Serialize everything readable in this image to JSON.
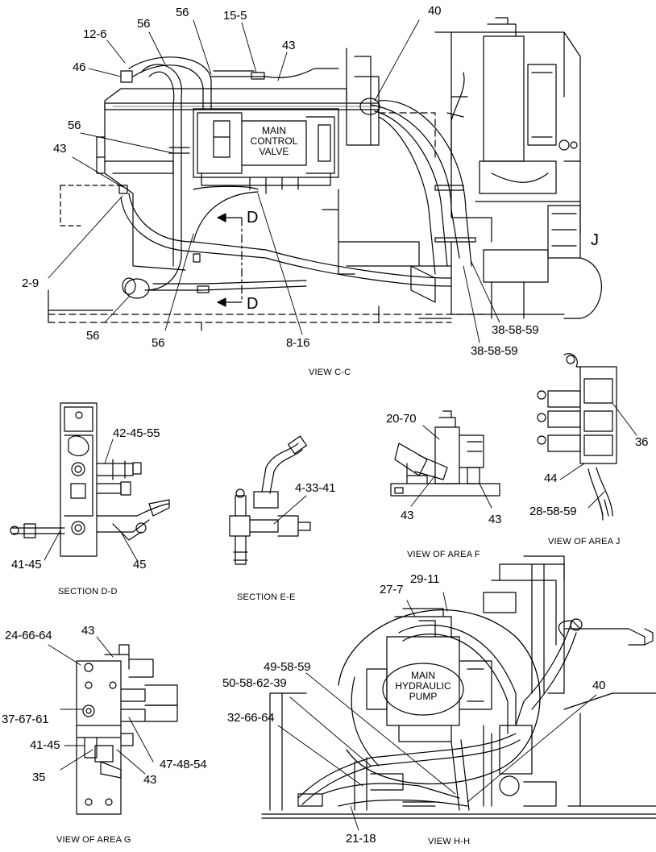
{
  "views": {
    "view_c_c": {
      "caption": "VIEW C-C",
      "component_label": [
        "MAIN",
        "CONTROL",
        "VALVE"
      ],
      "section_marker": "D",
      "area_marker": "J",
      "callouts": {
        "c12_6": "12-6",
        "c56_a": "56",
        "c56_b": "56",
        "c15_5": "15-5",
        "c43_a": "43",
        "c40": "40",
        "c46": "46",
        "c56_c": "56",
        "c43_b": "43",
        "c2_9": "2-9",
        "c56_d": "56",
        "c56_e": "56",
        "c8_16": "8-16",
        "c38_58_59_a": "38-58-59",
        "c38_58_59_b": "38-58-59"
      }
    },
    "section_d_d": {
      "caption": "SECTION D-D",
      "callouts": {
        "c42_45_55": "42-45-55",
        "c41_45": "41-45",
        "c45": "45"
      }
    },
    "section_e_e": {
      "caption": "SECTION E-E",
      "callouts": {
        "c4_33_41": "4-33-41"
      }
    },
    "area_f": {
      "caption": "VIEW OF AREA F",
      "callouts": {
        "c20_70": "20-70",
        "c43_a": "43",
        "c43_b": "43"
      }
    },
    "area_j": {
      "caption": "VIEW OF AREA J",
      "callouts": {
        "c36": "36",
        "c44": "44",
        "c28_58_59": "28-58-59"
      }
    },
    "area_g": {
      "caption": "VIEW OF AREA G",
      "callouts": {
        "c24_66_64": "24-66-64",
        "c43_a": "43",
        "c37_67_61": "37-67-61",
        "c41_45": "41-45",
        "c35": "35",
        "c43_b": "43",
        "c47_48_54": "47-48-54"
      }
    },
    "view_h_h": {
      "caption": "VIEW H-H",
      "component_label": [
        "MAIN",
        "HYDRAULIC",
        "PUMP"
      ],
      "callouts": {
        "c27_7": "27-7",
        "c29_11": "29-11",
        "c49_58_59": "49-58-59",
        "c50_58_62_39": "50-58-62-39",
        "c32_66_64": "32-66-64",
        "c40": "40",
        "c21_18": "21-18"
      }
    }
  }
}
